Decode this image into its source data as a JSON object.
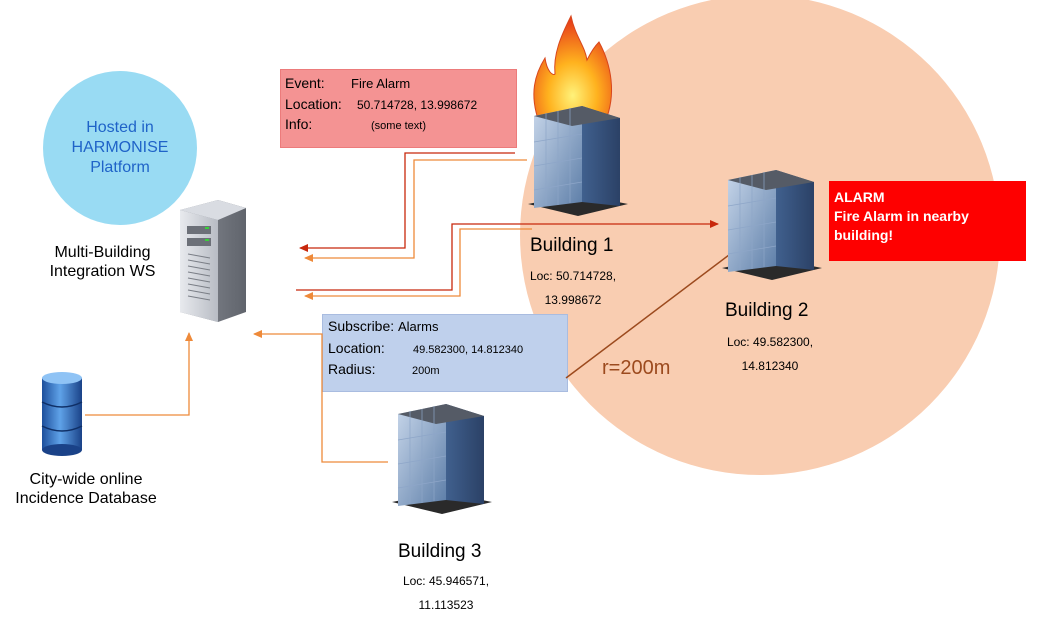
{
  "colors": {
    "zone": "#f9cdb1",
    "event_box": "#f49393",
    "subscribe_box": "#bfd0ec",
    "alarm_box": "#fe0000",
    "hosted_circle": "#99dbf3",
    "hosted_text": "#1f63c8",
    "arrow_red": "#c8280c",
    "arrow_orange": "#ee8a3a",
    "radius_line": "#9c4a1e",
    "radius_text": "#9c4a1e"
  },
  "icons": [
    "fire-icon",
    "office-building-icon",
    "server-tower-icon",
    "database-icon"
  ],
  "hosted": {
    "line1": "Hosted in",
    "line2": "HARMONISE",
    "line3": "Platform"
  },
  "ws": {
    "line1": "Multi-Building",
    "line2": "Integration WS"
  },
  "database": {
    "line1": "City-wide online",
    "line2": "Incidence Database"
  },
  "event_box": {
    "event_label": "Event:",
    "event_value": "Fire Alarm",
    "location_label": "Location:",
    "location_value": "50.714728, 13.998672",
    "info_label": "Info:",
    "info_value": "(some text)"
  },
  "subscribe_box": {
    "subscribe_label": "Subscribe:",
    "subscribe_value": "Alarms",
    "location_label": "Location:",
    "location_value": "49.582300, 14.812340",
    "radius_label": "Radius:",
    "radius_value": "200m"
  },
  "alarm_box": {
    "title": "ALARM",
    "line1": "Fire Alarm in nearby",
    "line2": "building!"
  },
  "building1": {
    "name": "Building 1",
    "loc1": "Loc: 50.714728,",
    "loc2": "13.998672"
  },
  "building2": {
    "name": "Building 2",
    "loc1": "Loc: 49.582300,",
    "loc2": "14.812340"
  },
  "building3": {
    "name": "Building 3",
    "loc1": "Loc: 45.946571,",
    "loc2": "11.113523"
  },
  "radius_label": "r=200m"
}
